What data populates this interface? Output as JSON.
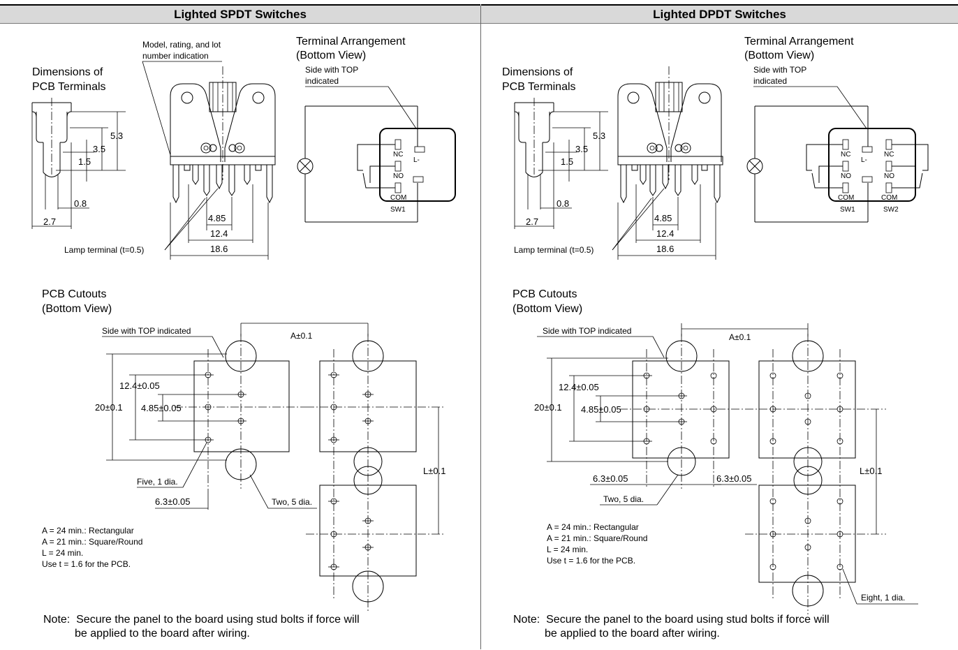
{
  "left": {
    "title": "Lighted SPDT Switches",
    "model_note": "Model, rating, and lot",
    "model_note2": "number indication",
    "dim_title": "Dimensions of",
    "dim_title2": "PCB Terminals",
    "terminal_title": "Terminal Arrangement",
    "terminal_title2": "(Bottom View)",
    "top_side": "Side with TOP",
    "top_side2": "indicated",
    "labels": {
      "nc": "NC",
      "no": "NO",
      "com": "COM",
      "l": "L-",
      "sw1": "SW1"
    },
    "dims": {
      "d53": "5.3",
      "d35": "3.5",
      "d15": "1.5",
      "d08": "0.8",
      "d27": "2.7",
      "d485": "4.85",
      "d124": "12.4",
      "d186": "18.6"
    },
    "lamp_terminal": "Lamp terminal (t=0.5)",
    "cutout_title": "PCB Cutouts",
    "cutout_title2": "(Bottom View)",
    "cutout_top": "Side with TOP indicated",
    "a_dim": "A±0.1",
    "c124": "12.4±0.05",
    "c20": "20±0.1",
    "c485": "4.85±0.05",
    "l_dim": "L±0.1",
    "five_dia": "Five, 1 dia.",
    "c63": "6.3±0.05",
    "two_dia": "Two, 5 dia.",
    "notes": [
      "A = 24 min.: Rectangular",
      "A = 21 min.: Square/Round",
      "L = 24 min.",
      "Use t = 1.6 for the PCB."
    ],
    "footer1": "Note:  Secure the panel to the board using stud bolts if force will",
    "footer2": "be applied to the board after wiring."
  },
  "right": {
    "title": "Lighted DPDT Switches",
    "dim_title": "Dimensions of",
    "dim_title2": "PCB Terminals",
    "terminal_title": "Terminal Arrangement",
    "terminal_title2": "(Bottom View)",
    "top_side": "Side with TOP",
    "top_side2": "indicated",
    "labels": {
      "nc": "NC",
      "no": "NO",
      "com": "COM",
      "l": "L-",
      "sw1": "SW1",
      "sw2": "SW2"
    },
    "dims": {
      "d53": "5.3",
      "d35": "3.5",
      "d15": "1.5",
      "d08": "0.8",
      "d27": "2.7",
      "d485": "4.85",
      "d124": "12.4",
      "d186": "18.6"
    },
    "lamp_terminal": "Lamp terminal (t=0.5)",
    "cutout_title": "PCB Cutouts",
    "cutout_title2": "(Bottom View)",
    "cutout_top": "Side with TOP indicated",
    "a_dim": "A±0.1",
    "c124": "12.4±0.05",
    "c20": "20±0.1",
    "c485": "4.85±0.05",
    "l_dim": "L±0.1",
    "c63a": "6.3±0.05",
    "c63b": "6.3±0.05",
    "two_dia": "Two, 5 dia.",
    "eight_dia": "Eight, 1 dia.",
    "notes": [
      "A = 24 min.: Rectangular",
      "A = 21 min.: Square/Round",
      "L = 24 min.",
      "Use t = 1.6 for the PCB."
    ],
    "footer1": "Note:  Secure the panel to the board using stud bolts if force will",
    "footer2": "be applied to the board after wiring."
  }
}
